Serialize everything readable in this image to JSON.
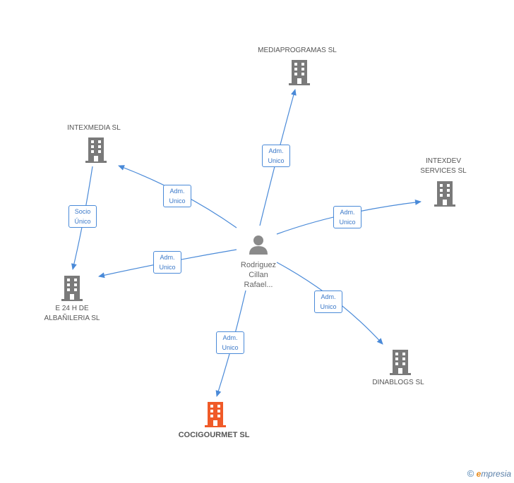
{
  "colors": {
    "edge": "#4a8ad8",
    "building": "#7a7a7a",
    "building_focus": "#f05a28",
    "person": "#8a8a8a"
  },
  "person": {
    "name": "Rodriguez\nCillan\nRafael...",
    "icon": "person-icon"
  },
  "companies": [
    {
      "id": "mediaprogramas",
      "name": "MEDIAPROGRAMAS SL",
      "icon": "building-icon",
      "focus": false
    },
    {
      "id": "intexmedia",
      "name": "INTEXMEDIA SL",
      "icon": "building-icon",
      "focus": false
    },
    {
      "id": "intexdev",
      "name": "INTEXDEV\nSERVICES SL",
      "icon": "building-icon",
      "focus": false
    },
    {
      "id": "e24h",
      "name": "E 24 H DE\nALBAÑILERIA SL",
      "icon": "building-icon",
      "focus": false
    },
    {
      "id": "dinablogs",
      "name": "DINABLOGS SL",
      "icon": "building-icon",
      "focus": false
    },
    {
      "id": "cocigourmet",
      "name": "COCIGOURMET SL",
      "icon": "building-icon",
      "focus": true
    }
  ],
  "relations": [
    {
      "id": "r-mediaprogramas",
      "line1": "Adm.",
      "line2": "Unico"
    },
    {
      "id": "r-intexmedia",
      "line1": "Adm.",
      "line2": "Unico"
    },
    {
      "id": "r-intexdev",
      "line1": "Adm.",
      "line2": "Unico"
    },
    {
      "id": "r-e24h",
      "line1": "Adm.",
      "line2": "Unico"
    },
    {
      "id": "r-dinablogs",
      "line1": "Adm.",
      "line2": "Unico"
    },
    {
      "id": "r-cocigourmet",
      "line1": "Adm.",
      "line2": "Unico"
    },
    {
      "id": "r-intexmedia-e24h",
      "line1": "Socio",
      "line2": "Único"
    }
  ],
  "footer": {
    "copyright": "©",
    "brand_initial": "e",
    "brand_rest": "mpresia"
  }
}
